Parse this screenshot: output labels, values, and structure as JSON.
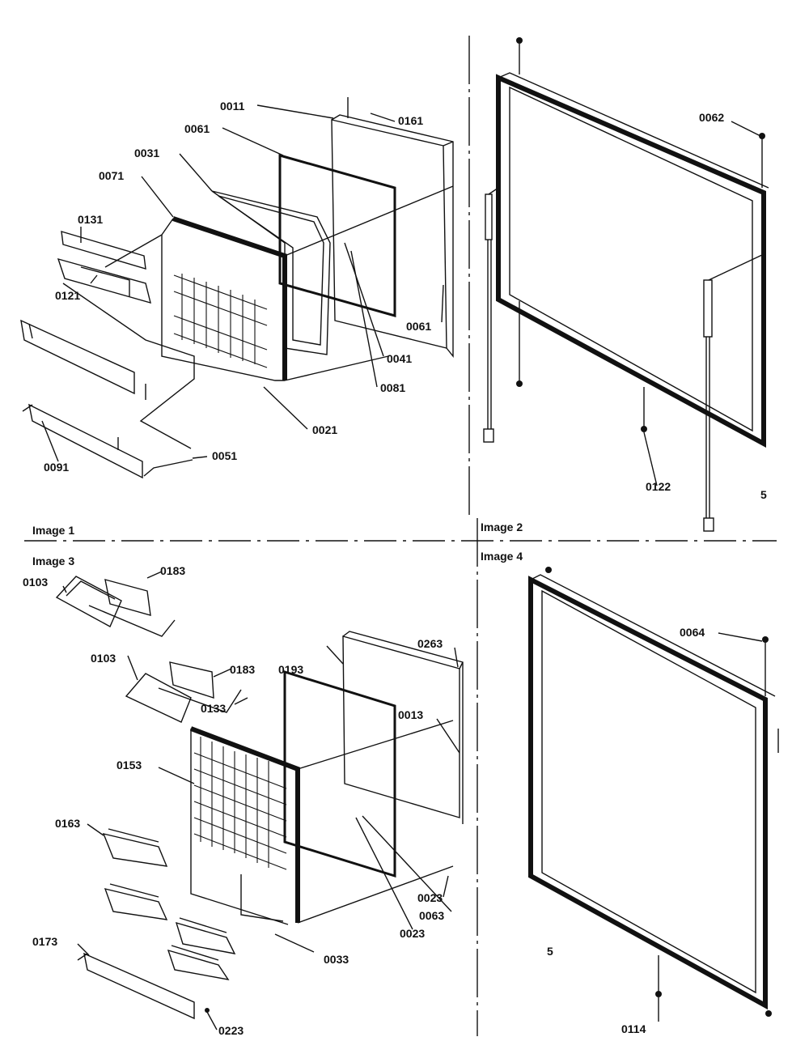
{
  "panels": [
    {
      "id": "image-1",
      "label": "Image 1"
    },
    {
      "id": "image-2",
      "label": "Image 2"
    },
    {
      "id": "image-3",
      "label": "Image 3"
    },
    {
      "id": "image-4",
      "label": "Image 4"
    }
  ],
  "callouts": {
    "image1": [
      "0011",
      "0161",
      "0061",
      "0031",
      "0071",
      "0131",
      "0121",
      "0061",
      "0041",
      "0081",
      "0021",
      "0051",
      "0091"
    ],
    "image2": [
      "0062",
      "0122",
      "5"
    ],
    "image3": [
      "0103",
      "0183",
      "0103",
      "0183",
      "0193",
      "0263",
      "0133",
      "0013",
      "0153",
      "0163",
      "0023",
      "0063",
      "0023",
      "0033",
      "0173",
      "0223"
    ],
    "image4": [
      "0064",
      "5",
      "0114"
    ]
  }
}
